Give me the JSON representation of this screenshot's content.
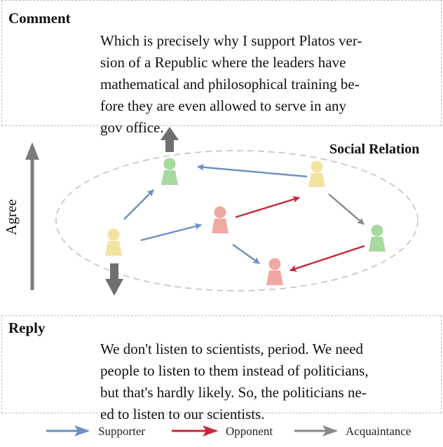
{
  "comment": {
    "label": "Comment",
    "lines": [
      "Which is precisely why I support Platos ver-",
      "sion of a Republic where the leaders have",
      "mathematical and philosophical training be-",
      "fore they are even allowed to serve in any",
      "gov office."
    ]
  },
  "reply": {
    "label": "Reply",
    "lines": [
      "We don't listen to scientists, period. We need",
      "people to listen to them instead of politicians,",
      "but that's hardly likely. So, the politicians ne-",
      "ed to listen to our scientists."
    ]
  },
  "diagram": {
    "title": "Social Relation",
    "agree_label": "Agree"
  },
  "legend": [
    {
      "label": "Supporter",
      "color": "#6b8fc2"
    },
    {
      "label": "Opponent",
      "color": "#c8253a"
    },
    {
      "label": "Acquaintance",
      "color": "#888888"
    }
  ],
  "colors": {
    "yellow_node": "#f2e3a0",
    "green_node": "#a8d9a0",
    "pink_node": "#f0a8a2",
    "vote_arrow": "#6f6f6f"
  }
}
